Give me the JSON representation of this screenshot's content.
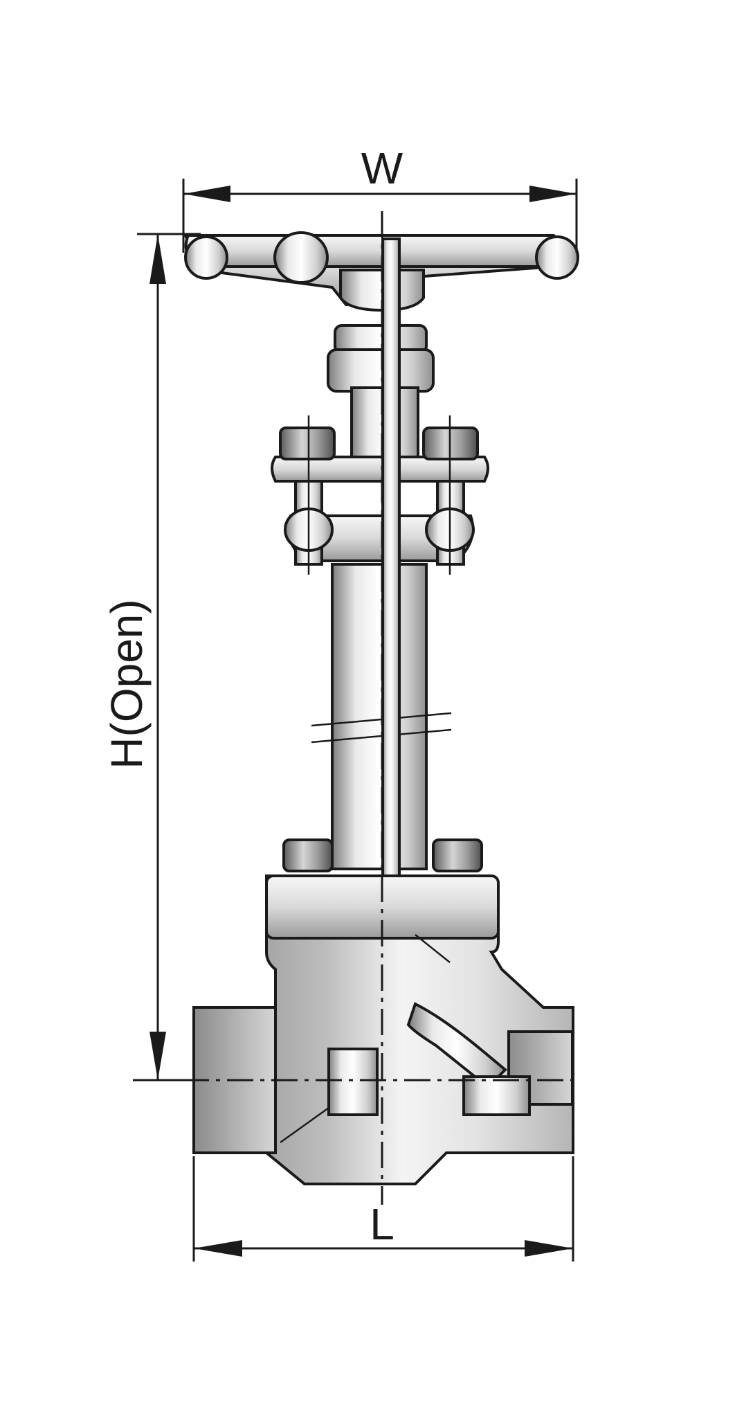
{
  "dimensions": {
    "width_label": "W",
    "height_label": "H(Open)",
    "length_label": "L"
  },
  "colors": {
    "line": "#1a1a1a",
    "metal_light": "#f2f2f2",
    "metal_mid": "#c8c8c8",
    "metal_dark": "#8a8a8a",
    "background": "#ffffff"
  }
}
